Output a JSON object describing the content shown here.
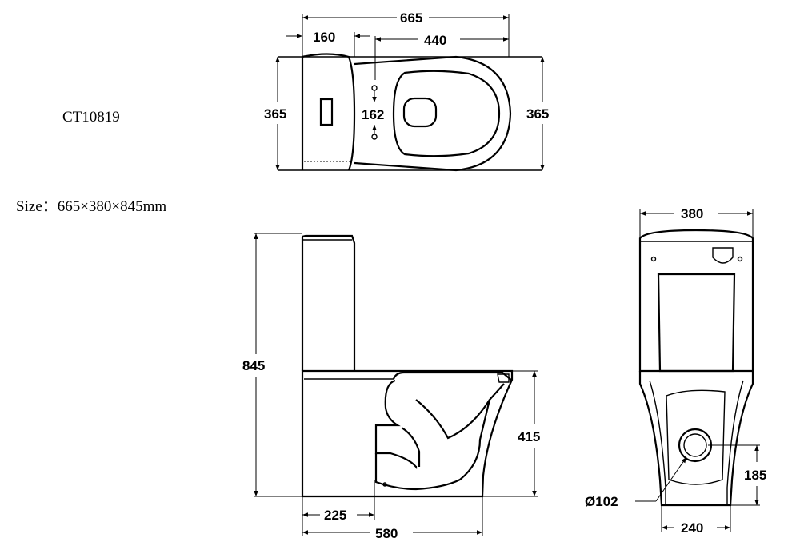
{
  "model": "CT10819",
  "size_label": "Size：665×380×845mm",
  "top_view": {
    "overall_length": "665",
    "tank_depth": "160",
    "bowl_length": "440",
    "width_left": "365",
    "width_right": "365",
    "fixing_spacing": "162"
  },
  "side_view": {
    "height": "845",
    "seat_height": "415",
    "outlet_offset": "225",
    "base_length": "580"
  },
  "rear_view": {
    "width": "380",
    "outlet_height": "185",
    "outlet_diameter": "Ø102",
    "base_width": "240"
  }
}
